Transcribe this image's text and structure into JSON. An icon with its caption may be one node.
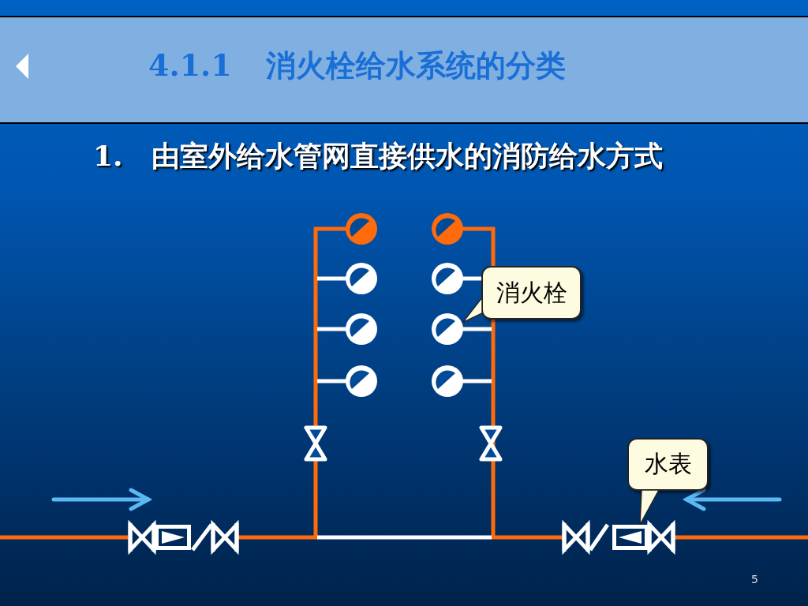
{
  "diagram": {
    "title": "4.1.1 消火栓给水系统的分类",
    "nodes": [
      {
        "text": [
          "消火栓"
        ]
      },
      {
        "text": [
          "水表"
        ]
      },
      {
        "text": [],
        "shape": "circle"
      },
      {
        "text": [],
        "shape": "circle"
      },
      {
        "text": [],
        "shape": "circle"
      },
      {
        "text": [],
        "shape": "circle"
      },
      {
        "text": [],
        "shape": "circle"
      },
      {
        "text": [],
        "shape": "circle"
      },
      {
        "text": [],
        "shape": "circle"
      },
      {
        "text": [],
        "shape": "circle"
      },
      {
        "text": [],
        "shape": "box"
      },
      {
        "text": [],
        "shape": "box"
      }
    ],
    "edges": [
      {
        "from": 0,
        "to": 7,
        "arrow": "to"
      },
      {
        "from": 1,
        "to": 11,
        "arrow": "to"
      }
    ],
    "labels": [
      "1.　由室外给水管网直接供水的消防给水方式",
      "5"
    ]
  }
}
